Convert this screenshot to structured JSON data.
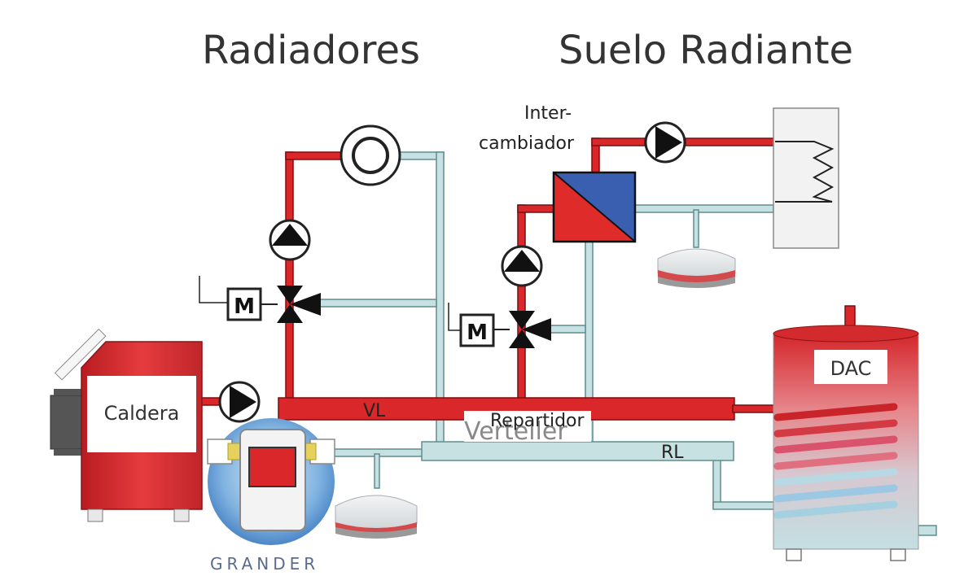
{
  "titles": {
    "left": "Radiadores",
    "right": "Suelo Radiante"
  },
  "labels": {
    "exchanger_line1": "Inter-",
    "exchanger_line2": "cambiador",
    "boiler": "Caldera",
    "flow_line": "VL",
    "manifold": "Repartidor",
    "manifold_underlay": "Verteiler",
    "return_line": "RL",
    "tank": "DAC",
    "filter": "GRANDER",
    "motor_left": "M",
    "motor_right": "M"
  },
  "colors": {
    "supply_pipe": "#d9272a",
    "return_pipe": "#c7e1e2",
    "exchanger_hot": "#e02b2b",
    "exchanger_cold": "#3a5fb0",
    "filter_halo": "#6aa8d8"
  },
  "icons": [
    "pump-icon",
    "mixing-valve-icon",
    "motor-icon",
    "radiator-icon",
    "expansion-vessel-icon",
    "heat-exchanger-icon",
    "floor-coil-icon",
    "boiler-icon",
    "tank-icon",
    "water-filter-icon"
  ]
}
